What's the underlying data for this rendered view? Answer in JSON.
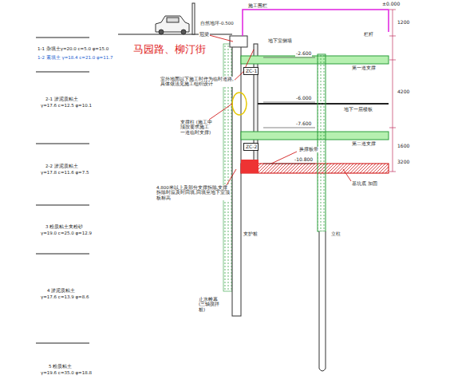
{
  "diagram": {
    "nodes": [
      {
        "text": [
          "ZC-1"
        ]
      },
      {
        "text": [
          "ZC-2"
        ]
      }
    ],
    "labels": [
      "1-1 杂填土γ=20.0 c=5.0 φ=15.0",
      "1-2 素填土 γ=18.4 c=21.0 φ=11.7",
      "2-1 淤泥质粘土",
      "γ=17.6 c=12.5 φ=10.1",
      "2-2 淤泥质粘土",
      "γ=17.8 c=11.6 φ=7.5",
      "3 粉质粘土夹粉砂",
      "γ=19.0 c=25.0 φ=12.9",
      "4 淤泥质粘土",
      "γ=17.6 c=13.9 φ=8.6",
      "5 粉质粘土",
      "γ=19.6 c=35.0 φ=18.8",
      "马园路、柳汀街",
      "施工围栏",
      "自然地坪-0.500",
      "冠梁",
      "±0.000",
      "栏杆",
      "地下室侧墙",
      "-2.600",
      "第一道支撑",
      "-6.000",
      "地下一层楼板",
      "-7.600",
      "第二道支撑",
      "-10.800",
      "换撑板带",
      "基坑底 加固",
      "室外地面以下施工时作为临时道路,具体做法见施工组织设计",
      "支撑柱 (施工中须按要求施工一道临时支撑)",
      "4.800米以上及部分支撑拆除,支撑拆除时应及时回填,回填至地下室顶板标高",
      "止水帷幕 (三轴搅拌桩)",
      "支护桩",
      "立柱",
      "1200",
      "4200",
      "1600",
      "3200"
    ]
  }
}
